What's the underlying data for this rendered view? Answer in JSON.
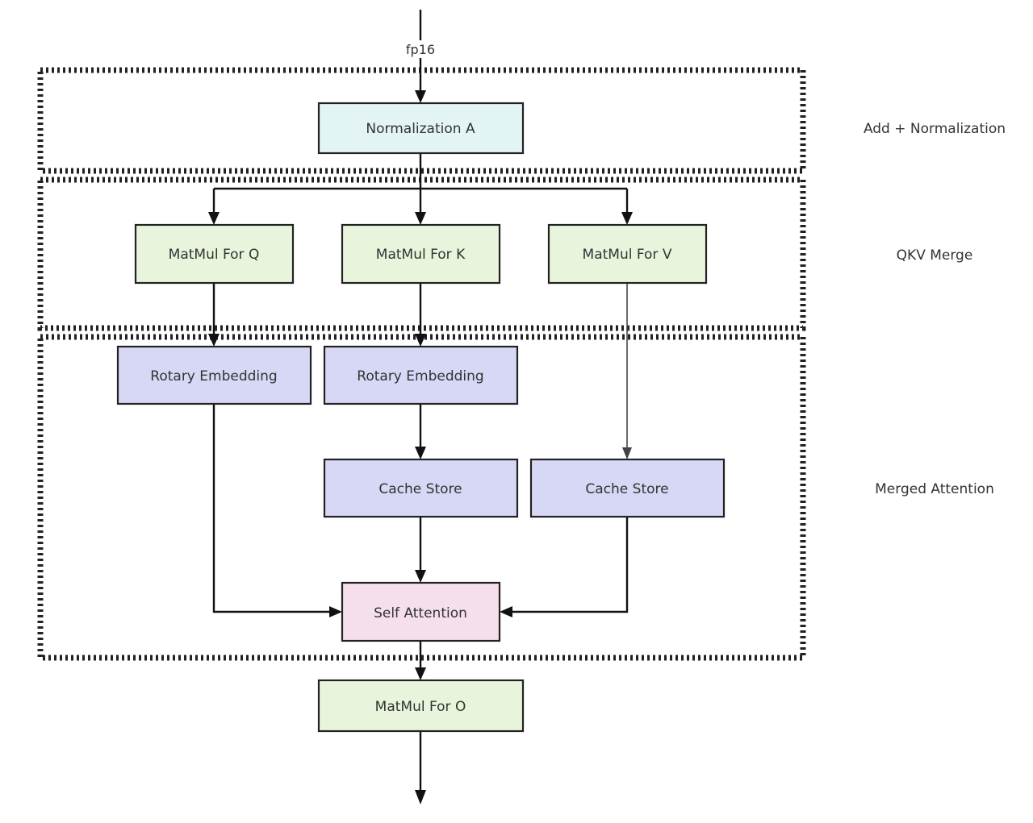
{
  "diagram": {
    "input_edge_label": "fp16",
    "groups": {
      "add_norm": "Add + Normalization",
      "qkv_merge": "QKV Merge",
      "merged_attention": "Merged Attention"
    },
    "nodes": {
      "normalization_a": "Normalization A",
      "matmul_q": "MatMul For Q",
      "matmul_k": "MatMul For K",
      "matmul_v": "MatMul For V",
      "rotary_q": "Rotary Embedding",
      "rotary_k": "Rotary Embedding",
      "cache_k": "Cache Store",
      "cache_v": "Cache Store",
      "self_attention": "Self Attention",
      "matmul_o": "MatMul For O"
    },
    "colors": {
      "normalization": "#e2f4f4",
      "matmul": "#e8f5dc",
      "attention_ops": "#d6d8f5",
      "self_attention": "#f5dfec"
    }
  }
}
